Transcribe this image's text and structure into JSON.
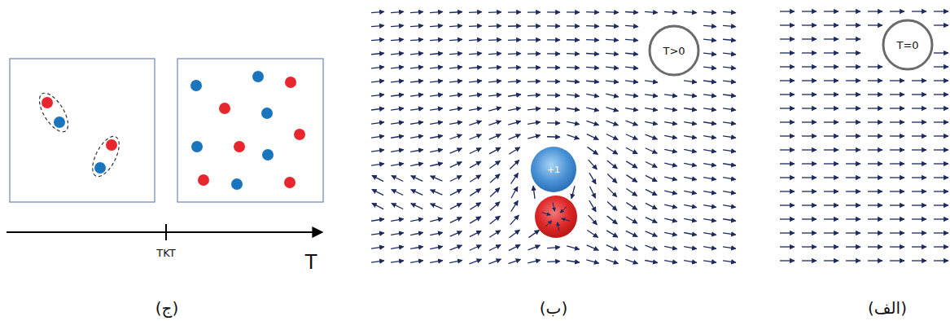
{
  "diagram": {
    "nodes": [
      {
        "text": [
          "T=0"
        ]
      },
      {
        "text": [
          "T>0"
        ]
      },
      {
        "text": [
          "+1"
        ]
      }
    ],
    "labels": [
      "(الف)",
      "(ب)",
      "(ج)",
      "TKT",
      "T"
    ]
  }
}
